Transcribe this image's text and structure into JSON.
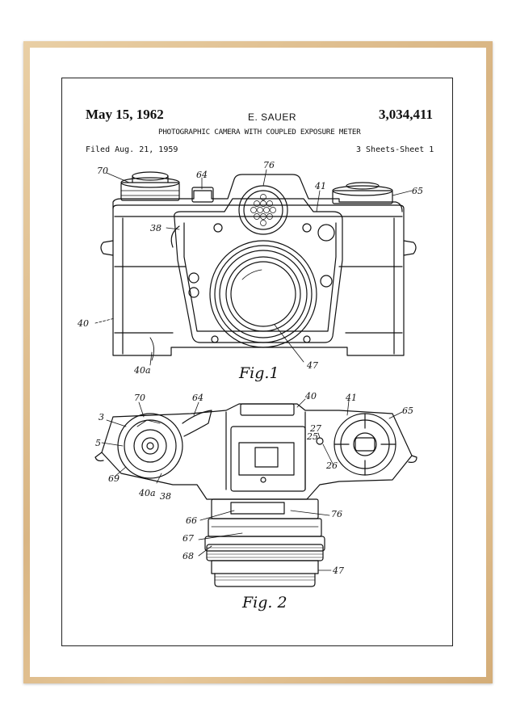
{
  "patent": {
    "date": "May 15, 1962",
    "inventor": "E. SAUER",
    "number": "3,034,411",
    "title": "PHOTOGRAPHIC CAMERA WITH COUPLED EXPOSURE METER",
    "filed": "Filed Aug. 21, 1959",
    "sheets": "3 Sheets-Sheet 1"
  },
  "figures": {
    "fig1": {
      "label": "Fig.1",
      "refs": {
        "r70": "70",
        "r64": "64",
        "r76": "76",
        "r41": "41",
        "r65": "65",
        "r38": "38",
        "r40": "40",
        "r40a": "40a",
        "r47": "47"
      }
    },
    "fig2": {
      "label": "Fig. 2",
      "refs": {
        "r70": "70",
        "r64": "64",
        "r40": "40",
        "r41": "41",
        "r65": "65",
        "r3": "3",
        "r5": "5",
        "r27": "27",
        "r25": "25",
        "r26": "26",
        "r69": "69",
        "r40a": "40a",
        "r38": "38",
        "r66": "66",
        "r76": "76",
        "r67": "67",
        "r68": "68",
        "r47": "47"
      }
    }
  }
}
